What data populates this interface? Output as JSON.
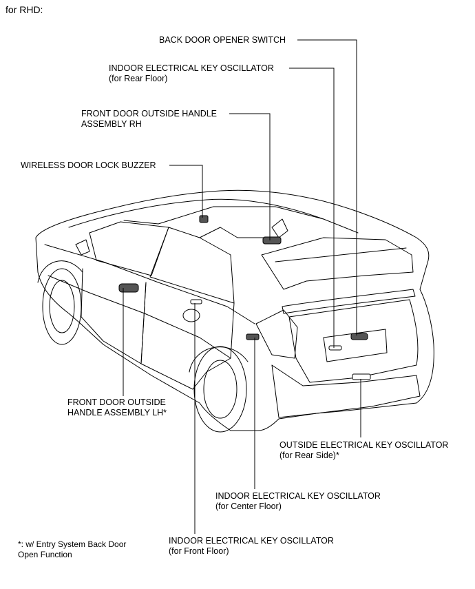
{
  "heading": "for RHD:",
  "labels": {
    "back_door_opener": {
      "line1": "BACK DOOR OPENER SWITCH"
    },
    "indoor_rear_floor": {
      "line1": "INDOOR ELECTRICAL KEY OSCILLATOR",
      "line2": "(for Rear Floor)"
    },
    "front_handle_rh": {
      "line1": "FRONT DOOR OUTSIDE HANDLE",
      "line2": "ASSEMBLY RH"
    },
    "buzzer": {
      "line1": "WIRELESS DOOR LOCK BUZZER"
    },
    "front_handle_lh": {
      "line1": "FRONT DOOR OUTSIDE",
      "line2": "HANDLE ASSEMBLY LH*"
    },
    "outside_rear_side": {
      "line1": "OUTSIDE ELECTRICAL KEY OSCILLATOR",
      "line2": "(for Rear Side)*"
    },
    "indoor_center_floor": {
      "line1": "INDOOR ELECTRICAL KEY OSCILLATOR",
      "line2": "(for Center Floor)"
    },
    "indoor_front_floor": {
      "line1": "INDOOR ELECTRICAL KEY OSCILLATOR",
      "line2": "(for Front Floor)"
    }
  },
  "footnote": {
    "line1": "*: w/ Entry System Back Door",
    "line2": "Open Function"
  }
}
